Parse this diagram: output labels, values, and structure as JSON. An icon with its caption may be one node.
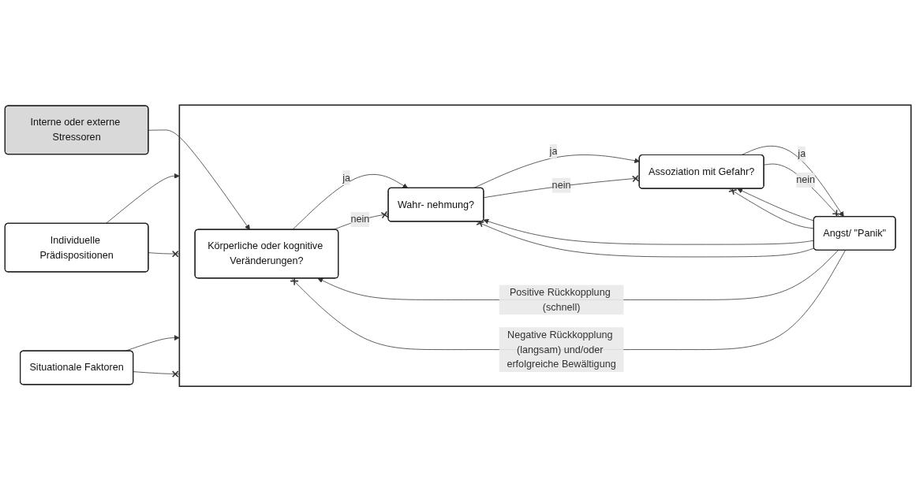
{
  "diagram": {
    "nodes": [
      {
        "text": [],
        "shape": "box"
      },
      {
        "text": [
          "Interne oder externe Stressoren"
        ]
      },
      {
        "text": [
          "Körperliche oder kognitive Veränderungen?"
        ],
        "in": 0
      },
      {
        "text": [
          "Wahr- nehmung?"
        ],
        "in": 0
      },
      {
        "text": [
          "Assoziation mit Gefahr?"
        ],
        "in": 0
      },
      {
        "text": [
          "Angst/ \"Panik\""
        ],
        "in": 0
      },
      {
        "text": [
          "Individuelle Prädispositionen"
        ]
      },
      {
        "text": [
          "Situationale Faktoren"
        ]
      }
    ],
    "edges": [
      {
        "from": 1,
        "to": 2,
        "arrow": "to"
      },
      {
        "from": 2,
        "to": 3,
        "arrow": "to",
        "label": "ja"
      },
      {
        "from": 3,
        "to": 4,
        "arrow": "to",
        "label": "ja"
      },
      {
        "from": 4,
        "to": 5,
        "arrow": "to",
        "label": "ja"
      },
      {
        "from": 2,
        "to": 3,
        "arrow": "other",
        "label": "nein"
      },
      {
        "from": 3,
        "to": 4,
        "arrow": "other",
        "label": "nein"
      },
      {
        "from": 4,
        "to": 5,
        "arrow": "other",
        "label": "nein"
      },
      {
        "from": 5,
        "to": 2,
        "arrow": "to",
        "label": "Positive Rückkopplung (schnell)"
      },
      {
        "from": 5,
        "to": 3,
        "arrow": "to"
      },
      {
        "from": 5,
        "to": 4,
        "arrow": "to"
      },
      {
        "from": 5,
        "to": 2,
        "arrow": "other",
        "label": "Negative Rückkopplung (langsam) und/oder erfolgreiche Bewältigung"
      },
      {
        "from": 5,
        "to": 3,
        "arrow": "other"
      },
      {
        "from": 5,
        "to": 4,
        "arrow": "other"
      },
      {
        "from": 6,
        "to": 0,
        "arrow": "to"
      },
      {
        "from": 6,
        "to": 0,
        "arrow": "other"
      },
      {
        "from": 7,
        "to": 0,
        "arrow": "to"
      },
      {
        "from": 7,
        "to": 0,
        "arrow": "other"
      }
    ]
  }
}
